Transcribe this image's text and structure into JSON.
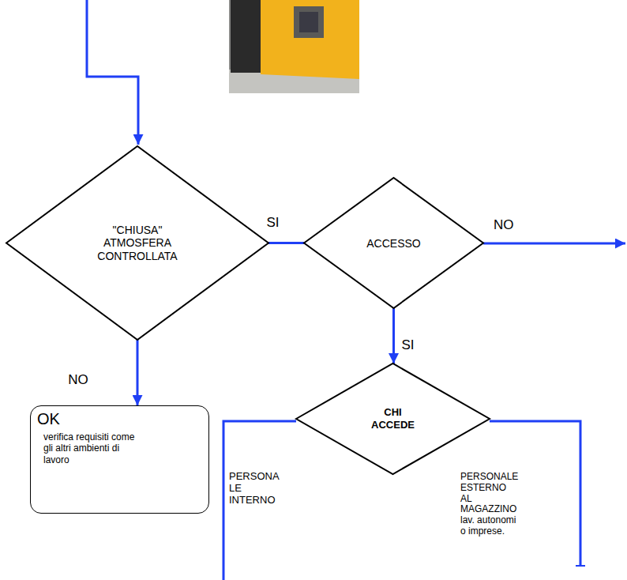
{
  "diagram": {
    "nodes": [
      {
        "text": [
          "\"CHIUSA\" ATMOSFERA CONTROLLATA"
        ]
      },
      {
        "text": [
          "ACCESSO"
        ]
      },
      {
        "text": [
          "CHI ACCEDE"
        ]
      },
      {
        "text": [
          "OK",
          "verifica requisiti come gli altri ambienti di lavoro"
        ]
      }
    ],
    "edges": [
      {
        "from": 0,
        "to": 1,
        "label": "SI",
        "arrow": "none"
      },
      {
        "from": 1,
        "to": 2,
        "label": "SI",
        "arrow": "to"
      },
      {
        "from": 0,
        "to": 3,
        "label": "NO",
        "arrow": "to"
      }
    ],
    "labels": [
      "NO",
      "PERSONA LE INTERNO",
      "PERSONALE ESTERNO AL MAGAZZINO lav. autonomi o imprese."
    ]
  }
}
